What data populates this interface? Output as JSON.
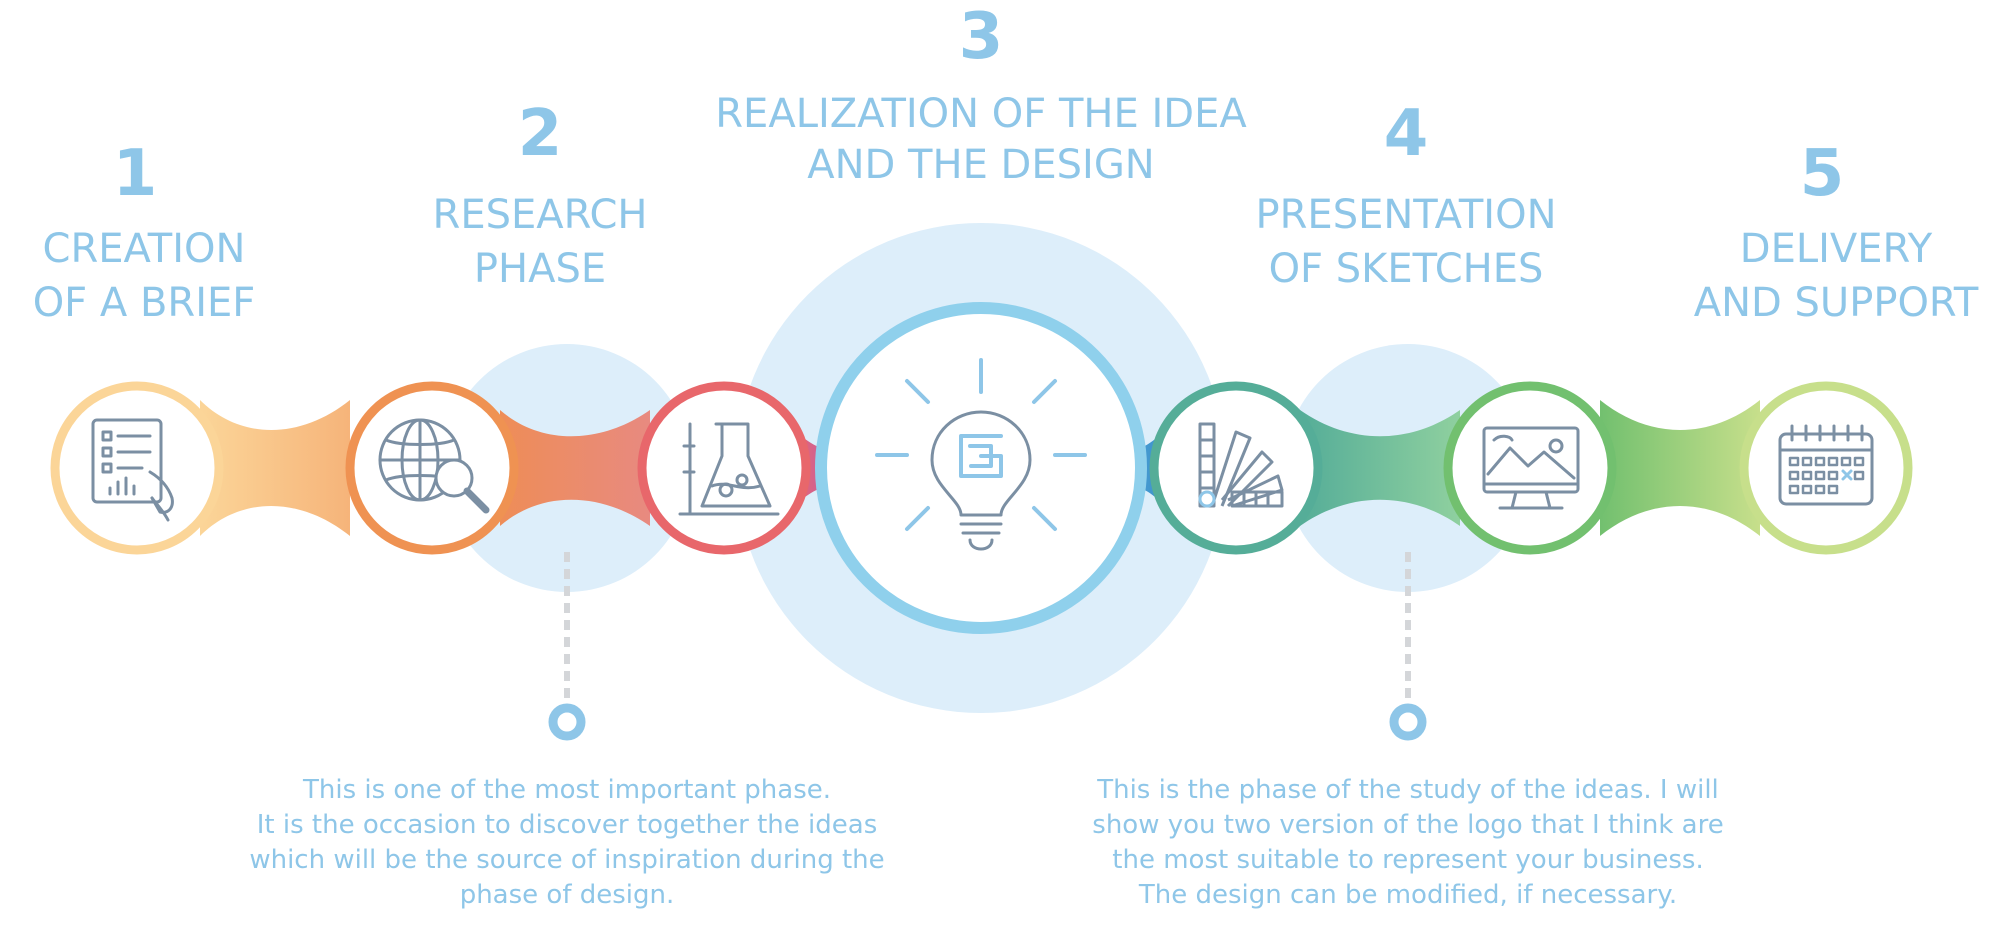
{
  "phases": [
    {
      "number": "1",
      "title_line1": "CREATION",
      "title_line2": "OF A BRIEF",
      "color": "#fbd598",
      "icon": "document-chart-hand-icon"
    },
    {
      "number": "2",
      "title_line1": "RESEARCH",
      "title_line2": "PHASE",
      "color": "#ef9252",
      "icon": "globe-magnifier-icon"
    },
    {
      "number": "3",
      "title_line1": "REALIZATION OF THE IDEA",
      "title_line2": "AND THE DESIGN",
      "color": "#8fd0ec",
      "icon": "lightbulb-icon"
    },
    {
      "number": "4",
      "title_line1": "PRESENTATION",
      "title_line2": "OF SKETCHES",
      "color": "#55ad98",
      "icon": "color-swatch-icon"
    },
    {
      "number": "5",
      "title_line1": "DELIVERY",
      "title_line2": "AND SUPPORT",
      "color": "#c7df8b",
      "icon": "calendar-icon"
    }
  ],
  "extra_nodes": [
    {
      "name": "flask-node",
      "color": "#e8676b",
      "icon": "flask-icon"
    },
    {
      "name": "monitor-node",
      "color": "#72c06f",
      "icon": "monitor-image-icon"
    }
  ],
  "descriptions": {
    "left": [
      "This is one of the most important phase.",
      "It is the occasion to discover together the ideas",
      "which will be the source of inspiration during the",
      "phase of design."
    ],
    "right": [
      "This is the phase of the study of the ideas. I will",
      "show you two version of the logo that I think are",
      "the most suitable to represent your business.",
      "The design can be modified, if necessary."
    ]
  },
  "colors": {
    "accent_text": "#8ec6e8",
    "halo": "#ddeefa",
    "icon_stroke": "#7b8fa3"
  }
}
